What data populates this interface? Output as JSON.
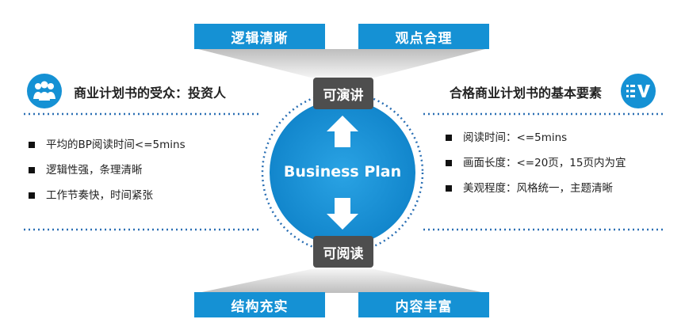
{
  "top_boxes": [
    "逻辑清晰",
    "观点合理"
  ],
  "bottom_boxes": [
    "结构充实",
    "内容丰富"
  ],
  "top_label": "可演讲",
  "bottom_label": "可阅读",
  "center_text": "Business Plan",
  "left_panel": {
    "icon": "audience-group-icon",
    "title": "商业计划书的受众：投资人",
    "items": [
      "平均的BP阅读时间<=5mins",
      "逻辑性强，条理清晰",
      "工作节奏快，时间紧张"
    ]
  },
  "right_panel": {
    "icon": "list-ev-icon",
    "title": "合格商业计划书的基本要素",
    "items": [
      "阅读时间：<=5mins",
      "画面长度：<=20页，15页内为宜",
      "美观程度：风格统一，主题清晰"
    ]
  },
  "colors": {
    "accent": "#1591d4",
    "dark": "#4e4e4e",
    "dots": "#2a6fb4"
  }
}
